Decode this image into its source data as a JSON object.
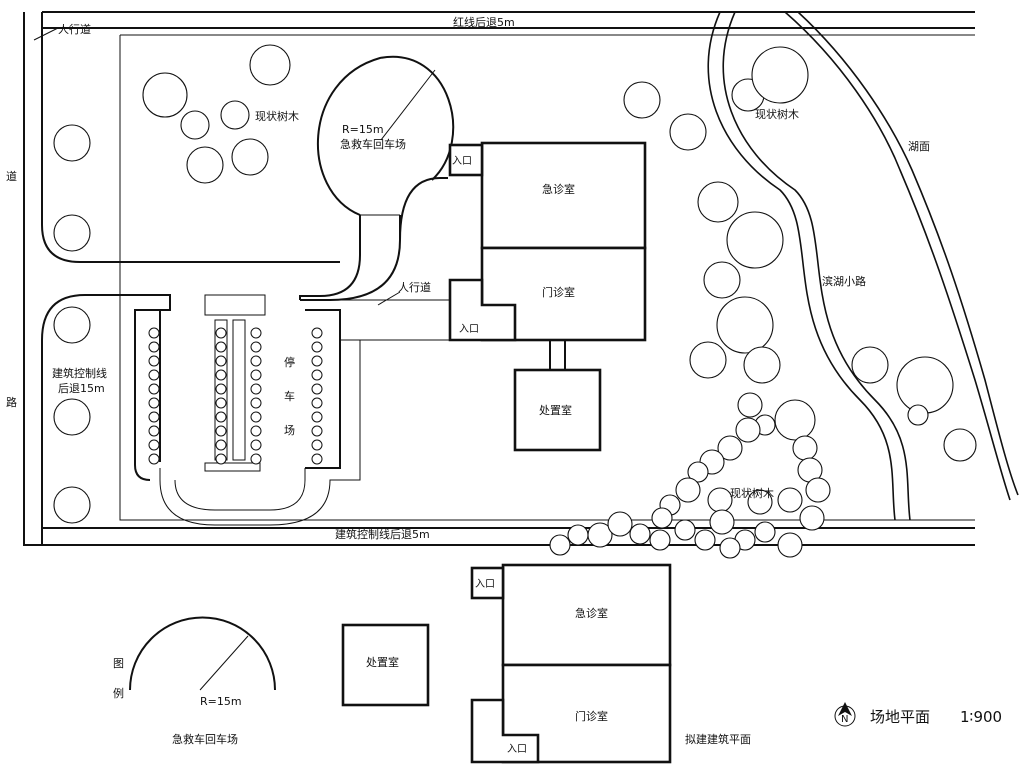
{
  "site": {
    "labels": {
      "sidewalk_top": "人行道",
      "setback_top": "红线后退5m",
      "road_vertical_1": "道",
      "road_vertical_2": "路",
      "trees_top": "现状树木",
      "trees_top_right": "现状树木",
      "trees_bottom": "现状树木",
      "lake": "湖面",
      "lake_path": "滨湖小路",
      "radius": "R=15m",
      "turnaround": "急救车回车场",
      "sidewalk_mid": "人行道",
      "setback_left_1": "建筑控制线",
      "setback_left_2": "后退15m",
      "setback_bottom": "建筑控制线后退5m",
      "parking_1": "停",
      "parking_2": "车",
      "parking_3": "场"
    },
    "buildings": {
      "emergency": "急诊室",
      "outpatient": "门诊室",
      "treatment": "处置室",
      "entry_1": "入口",
      "entry_2": "入口"
    }
  },
  "legend": {
    "title_1": "图",
    "title_2": "例",
    "radius": "R=15m",
    "turnaround": "急救车回车场",
    "treatment": "处置室",
    "emergency": "急诊室",
    "outpatient": "门诊室",
    "entry_1": "入口",
    "entry_2": "入口",
    "proposed": "拟建建筑平面"
  },
  "footer": {
    "north": "N",
    "title": "场地平面",
    "scale": "1∶900"
  }
}
